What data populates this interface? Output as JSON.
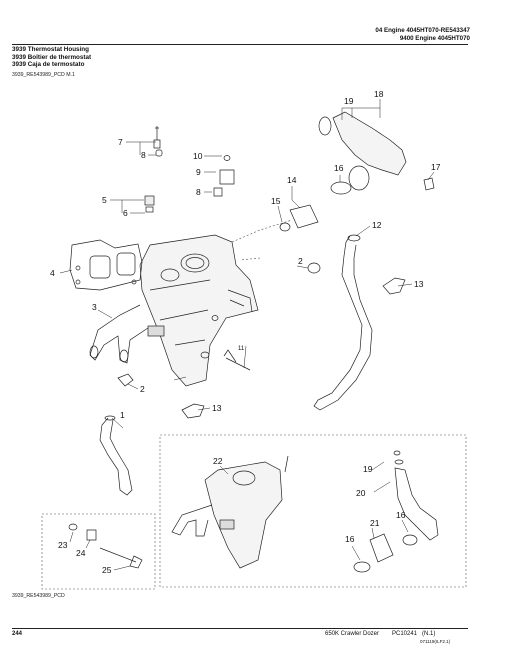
{
  "header": {
    "line1": "04 Engine 4045HT070-RE543347",
    "line2": "9400 Engine 4045HT070",
    "title_en": "3939 Thermostat Housing",
    "title_fr": "3939 Boîtier de thermostat",
    "title_es": "3939 Caja de termostato",
    "figure_ref": "3939_RE543989_PCD M.1"
  },
  "callouts": [
    "1",
    "2",
    "2",
    "3",
    "4",
    "5",
    "6",
    "7",
    "8",
    "8",
    "9",
    "10",
    "11",
    "12",
    "13",
    "13",
    "14",
    "15",
    "16",
    "17",
    "18",
    "19",
    "16",
    "16",
    "19",
    "20",
    "21",
    "22",
    "23",
    "24",
    "25"
  ],
  "figure_caption": "3939_RE543989_PCD",
  "footer": {
    "page": "244",
    "publication": "650K Crawler Dozer",
    "pc": "PC10241",
    "rev": "(N.1)",
    "code": "071119(ILF2.1)"
  }
}
